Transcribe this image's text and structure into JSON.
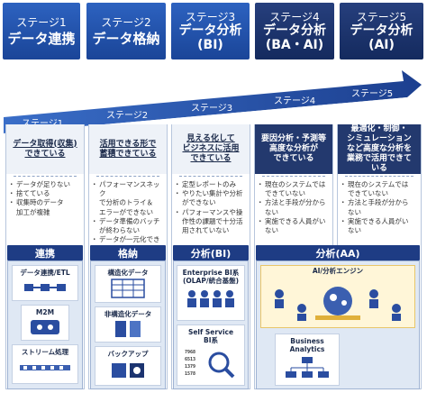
{
  "headers": [
    {
      "stage": "ステージ1",
      "name": "データ連携",
      "dark": false
    },
    {
      "stage": "ステージ2",
      "name": "データ格納",
      "dark": false
    },
    {
      "stage": "ステージ3",
      "name": "データ分析",
      "sub": "(BI)",
      "dark": false
    },
    {
      "stage": "ステージ4",
      "name": "データ分析",
      "sub": "(BA・AI)",
      "dark": true
    },
    {
      "stage": "ステージ5",
      "name": "データ分析",
      "sub": "(AI)",
      "dark": true
    }
  ],
  "arrow_labels": [
    "ステージ1",
    "ステージ2",
    "ステージ3",
    "ステージ4",
    "ステージ5"
  ],
  "columns": [
    {
      "title": "データ取得(収集)\nできている",
      "bullets": [
        "データが足りない",
        "捨てている",
        "収集時のデータ\n加工が複雑"
      ]
    },
    {
      "title": "活用できる形で\n蓄積できている",
      "bullets": [
        "パフォーマンスネック\nで分析のトライ＆\nエラーができない",
        "データ準備のバッチ\nが終わらない",
        "データが一元化でき\nていない"
      ]
    },
    {
      "title": "見える化して\nビジネスに活用\nできている",
      "bullets": [
        "定型レポートのみ",
        "やりたい集計や分析\nができない",
        "パフォーマンスや操\n作性の課題で十分活\n用されていない"
      ]
    },
    {
      "title": "要因分析・予測等\n高度な分析が\nできている",
      "bullets": [
        "現在のシステムでは\nできていない",
        "方法と手段が分から\nない",
        "実施できる人員がい\nない"
      ]
    },
    {
      "title": "最適化・制御・\nシミュレーション\nなど高度な分析を\n業務で活用できて\nいる",
      "bullets": [
        "現在のシステムでは\nできていない",
        "方法と手段が分から\nない",
        "実施できる人員がい\nない"
      ]
    }
  ],
  "categories": {
    "renkei": "連携",
    "kakuno": "格納",
    "bunseki_bi": "分析(BI)",
    "bunseki_aa": "分析(AA)"
  },
  "tiles": {
    "etl": "データ連携/ETL",
    "m2m": "M2M",
    "stream": "ストリーム処理",
    "structured": "構造化データ",
    "unstructured": "非構造化データ",
    "backup": "バックアップ",
    "enterprise_bi": "Enterprise BI系\n(OLAP/統合基盤)",
    "self_bi": "Self Service\nBI系",
    "ai_engine": "AI/分析エンジン",
    "business_analytics": "Business\nAnalytics"
  },
  "colors": {
    "header_blue": "#2453b0",
    "header_dark": "#1a3270",
    "accent": "#1e3c84",
    "panel": "#dfe8f4"
  }
}
